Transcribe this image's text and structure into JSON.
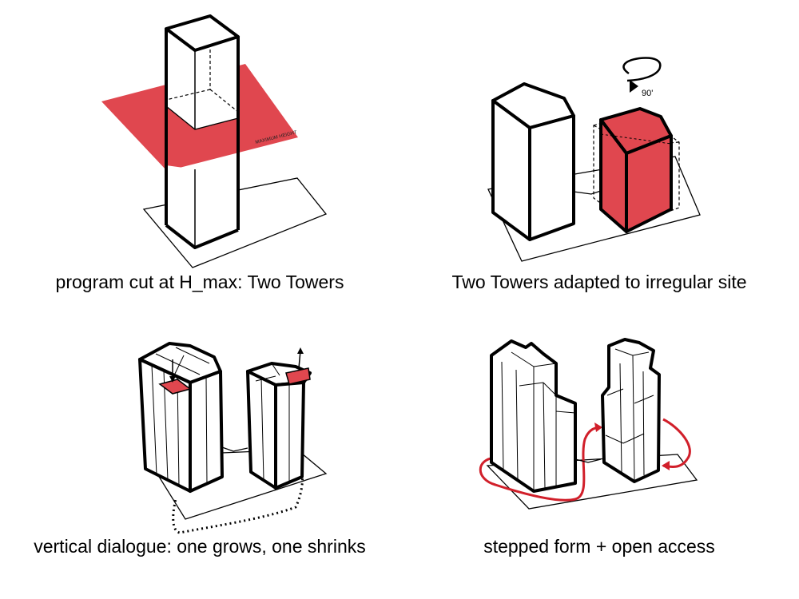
{
  "panels": [
    {
      "caption": "program cut at H_max: Two Towers",
      "plane_label": "MAXIMUM HEIGHT"
    },
    {
      "caption": "Two Towers adapted to irregular site",
      "rotation_label": "90'"
    },
    {
      "caption": "vertical dialogue: one grows, one shrinks"
    },
    {
      "caption": "stepped form + open access"
    }
  ],
  "colors": {
    "accent": "#e0474f",
    "accent_line": "#d11f2a",
    "line": "#000000"
  }
}
